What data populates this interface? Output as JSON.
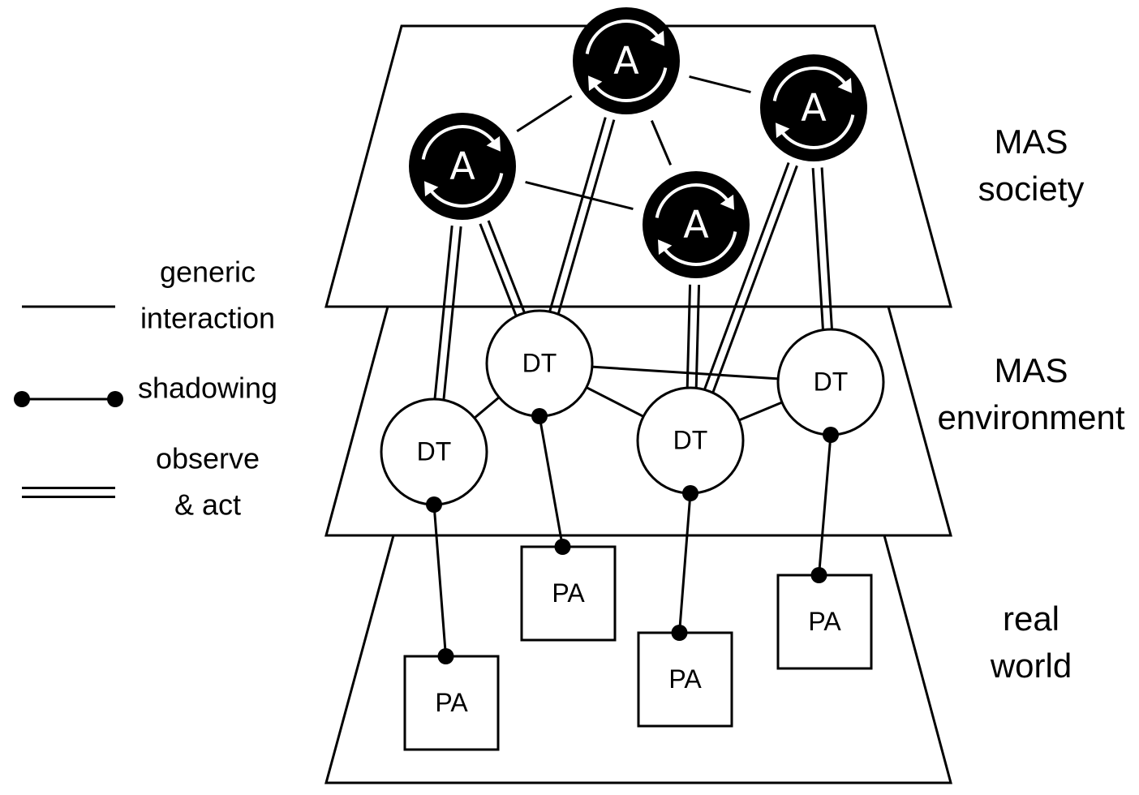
{
  "diagram": {
    "layers": [
      {
        "id": "society",
        "label_lines": [
          "MAS",
          "society"
        ]
      },
      {
        "id": "environment",
        "label_lines": [
          "MAS",
          "environment"
        ]
      },
      {
        "id": "real-world",
        "label_lines": [
          "real",
          "world"
        ]
      }
    ],
    "legend": [
      {
        "type": "generic-interaction",
        "label_lines": [
          "generic",
          "interaction"
        ]
      },
      {
        "type": "shadowing",
        "label_lines": [
          "shadowing"
        ]
      },
      {
        "type": "observe-act",
        "label_lines": [
          "observe",
          "& act"
        ]
      }
    ],
    "agents": [
      {
        "id": "A1",
        "label": "A",
        "icon": "cycle-arrows-icon"
      },
      {
        "id": "A2",
        "label": "A",
        "icon": "cycle-arrows-icon"
      },
      {
        "id": "A3",
        "label": "A",
        "icon": "cycle-arrows-icon"
      },
      {
        "id": "A4",
        "label": "A",
        "icon": "cycle-arrows-icon"
      }
    ],
    "digital_twins": [
      {
        "id": "DT1",
        "label": "DT"
      },
      {
        "id": "DT2",
        "label": "DT"
      },
      {
        "id": "DT3",
        "label": "DT"
      },
      {
        "id": "DT4",
        "label": "DT"
      }
    ],
    "physical_assets": [
      {
        "id": "PA1",
        "label": "PA"
      },
      {
        "id": "PA2",
        "label": "PA"
      },
      {
        "id": "PA3",
        "label": "PA"
      },
      {
        "id": "PA4",
        "label": "PA"
      }
    ],
    "edges": {
      "generic_interaction": [
        [
          "A1",
          "A2"
        ],
        [
          "A2",
          "A3"
        ],
        [
          "A2",
          "A4"
        ],
        [
          "A1",
          "A4"
        ],
        [
          "DT1",
          "DT2"
        ],
        [
          "DT2",
          "DT3"
        ],
        [
          "DT2",
          "DT4"
        ],
        [
          "DT3",
          "DT4"
        ]
      ],
      "observe_act": [
        [
          "A1",
          "DT1"
        ],
        [
          "A1",
          "DT2"
        ],
        [
          "A2",
          "DT2"
        ],
        [
          "A4",
          "DT3"
        ],
        [
          "A3",
          "DT3"
        ],
        [
          "A3",
          "DT4"
        ]
      ],
      "shadowing": [
        [
          "DT1",
          "PA1"
        ],
        [
          "DT2",
          "PA2"
        ],
        [
          "DT3",
          "PA3"
        ],
        [
          "DT4",
          "PA4"
        ]
      ]
    }
  }
}
